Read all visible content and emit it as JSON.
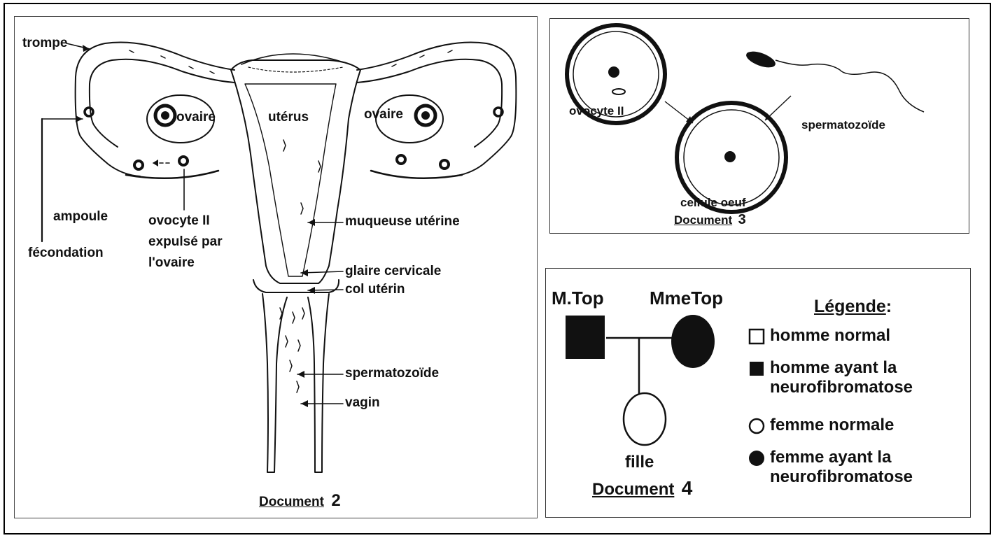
{
  "doc2": {
    "labels": {
      "trompe": "trompe",
      "ovaire_left": "ovaire",
      "ovaire_right": "ovaire",
      "uterus": "utérus",
      "ampoule": "ampoule",
      "fecondation": "fécondation",
      "ovocyte_expulse_1": "ovocyte II",
      "ovocyte_expulse_2": "expulsé par",
      "ovocyte_expulse_3": "l'ovaire",
      "muqueuse": "muqueuse utérine",
      "glaire": "glaire cervicale",
      "col": "col utérin",
      "spermatozoide": "spermatozoïde",
      "vagin": "vagin"
    },
    "title_word": "Document",
    "title_num": "2"
  },
  "doc3": {
    "labels": {
      "ovocyte": "ovocyte II",
      "spermatozoide": "spermatozoïde",
      "cellule_oeuf": "cellule oeuf"
    },
    "title_word": "Document",
    "title_num": "3"
  },
  "doc4": {
    "father": "M.Top",
    "mother": "MmeTop",
    "daughter": "fille",
    "title_word": "Document",
    "title_num": "4",
    "legend": {
      "title": "Légende",
      "title_colon": ":",
      "items": [
        {
          "text": "homme normal",
          "symbol": "square-empty"
        },
        {
          "text": "homme ayant la",
          "text2": "neurofibromatose",
          "symbol": "square-filled"
        },
        {
          "text": "femme normale",
          "symbol": "circle-empty"
        },
        {
          "text": "femme ayant la",
          "text2": "neurofibromatose",
          "symbol": "circle-filled"
        }
      ]
    }
  }
}
